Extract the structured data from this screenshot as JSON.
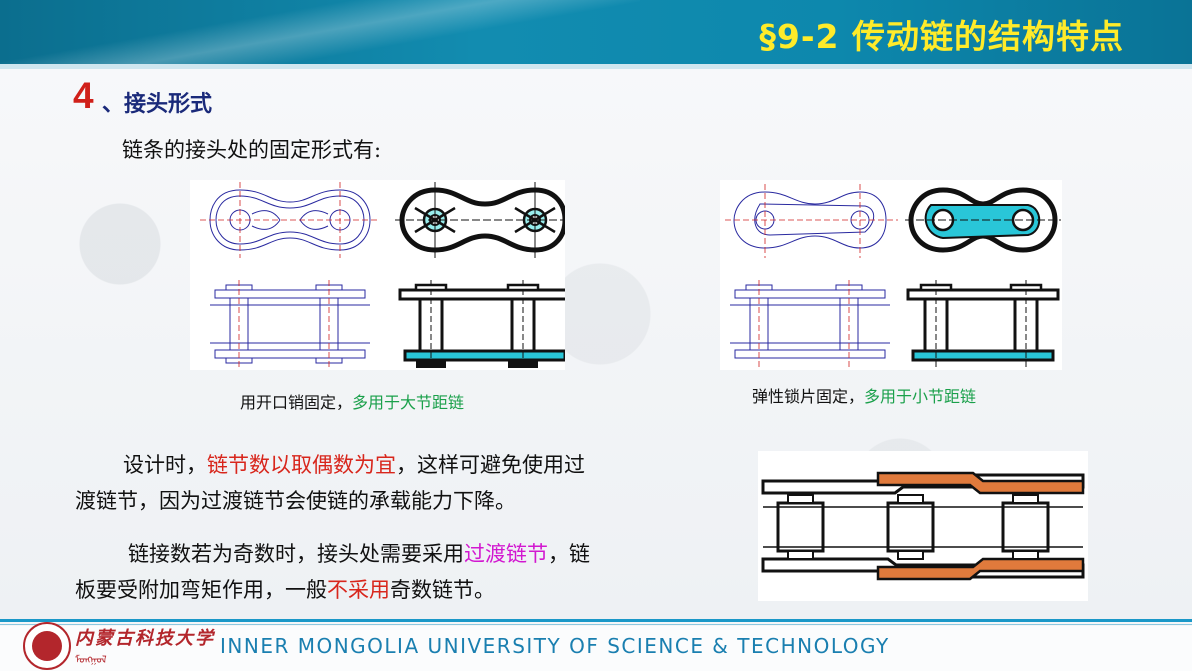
{
  "header": {
    "title": "§9-2  传动链的结构特点"
  },
  "section": {
    "number": "4",
    "title": "、接头形式"
  },
  "intro": "链条的接头处的固定形式有:",
  "figures": {
    "left_caption_a": "用开口销固定，",
    "left_caption_b": "多用于大节距链",
    "right_caption_a": "弹性锁片固定，",
    "right_caption_b": "多用于小节距链"
  },
  "para1": {
    "a": "设计时，",
    "b": "链节数以取偶数为宜",
    "c": "，这样可避免使用过",
    "d": "渡链节，因为过渡链节会使链的承载能力下降。"
  },
  "para2": {
    "a": "链接数若为奇数时，接头处需要采用",
    "b": "过渡链节",
    "c": "，链",
    "d": "板要受附加弯矩作用，一般",
    "e": "不采用",
    "f": "奇数链节。"
  },
  "footer": {
    "university_cn": "内蒙古科技大学",
    "university_en": "INNER  MONGOLIA  UNIVERSITY  OF  SCIENCE  &  TECHNOLOGY"
  },
  "colors": {
    "header": "#128cb0",
    "title_yellow": "#ffeb2a",
    "section_red": "#d0201a",
    "emphasis_red": "#d8261c",
    "emphasis_magenta": "#d218d0",
    "caption_green": "#1aa04a",
    "cyan_fill": "#29c6d8",
    "orange_plate": "#e07a3c"
  }
}
